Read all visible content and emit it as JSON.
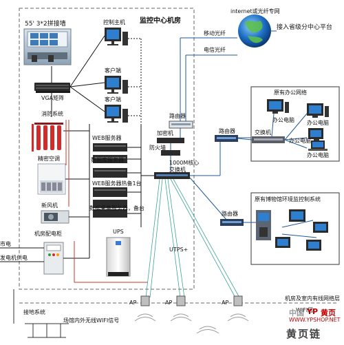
{
  "title": "监控中心机房",
  "labels": {
    "video_wall": "55' 3*2拼接墙",
    "control_host": "控制主机",
    "client_1": "客户端",
    "client_2": "客户端",
    "vga_matrix": "VGA矩阵",
    "fire_system": "消防系统",
    "precision_ac": "精密空调",
    "fresh_air": "新风机",
    "power_cabinet": "机房配电柜",
    "mains": "市电",
    "generator": "发电机供电",
    "web_server": "WEB服务器",
    "db_server": "数据库服务器",
    "web_hot_standby": "WEB服务器热备1台",
    "data_server": "数据采集服务器，备台",
    "ups": "UPS",
    "utps": "UTPS+",
    "router_top": "路由器",
    "encryptor": "加密机",
    "firewall": "防火墙",
    "core_switch": "1000M核心交换机",
    "internet": "internet或光纤专网",
    "province": "接入省级分中心平台",
    "mobile_fiber": "移动光纤",
    "telecom_fiber": "电信光纤",
    "office_network": "原有办公网络",
    "router_mid": "路由器",
    "switch": "交换机",
    "pc_1": "办公电脑",
    "pc_2": "办公电脑",
    "pc_3": "办公电脑",
    "pc_4": "办公电脑",
    "museum_network": "原有博物馆环境监控制系统",
    "router_low": "路由器",
    "ap_1": "AP",
    "ap_2": "AP",
    "ap_3": "AP",
    "grounding": "接地系统",
    "wifi": "场馆内外无线WIFI信号",
    "wired_net": "机房及室内有线网络层",
    "wireless_net": "WIFI层"
  },
  "watermark": {
    "line1_a": "中国",
    "line1_b": "YP",
    "line1_c": "黄页",
    "line2": "WWW.YPSHOP.NET",
    "line3": "黄页链"
  },
  "colors": {
    "blue_line": "#1f5a9b",
    "teal_line": "#3aa39a",
    "red_line": "#c0392b",
    "dashed_border": "#666666",
    "device_dark": "#2b2b2b",
    "screen_blue": "#2f7fd0",
    "fire_red": "#d12b2b"
  },
  "icons": [
    "monitor-icon",
    "server-icon",
    "router-icon",
    "switch-icon",
    "globe-icon",
    "laptop-icon",
    "ups-icon",
    "ap-icon",
    "fan-icon",
    "cabinet-icon"
  ]
}
